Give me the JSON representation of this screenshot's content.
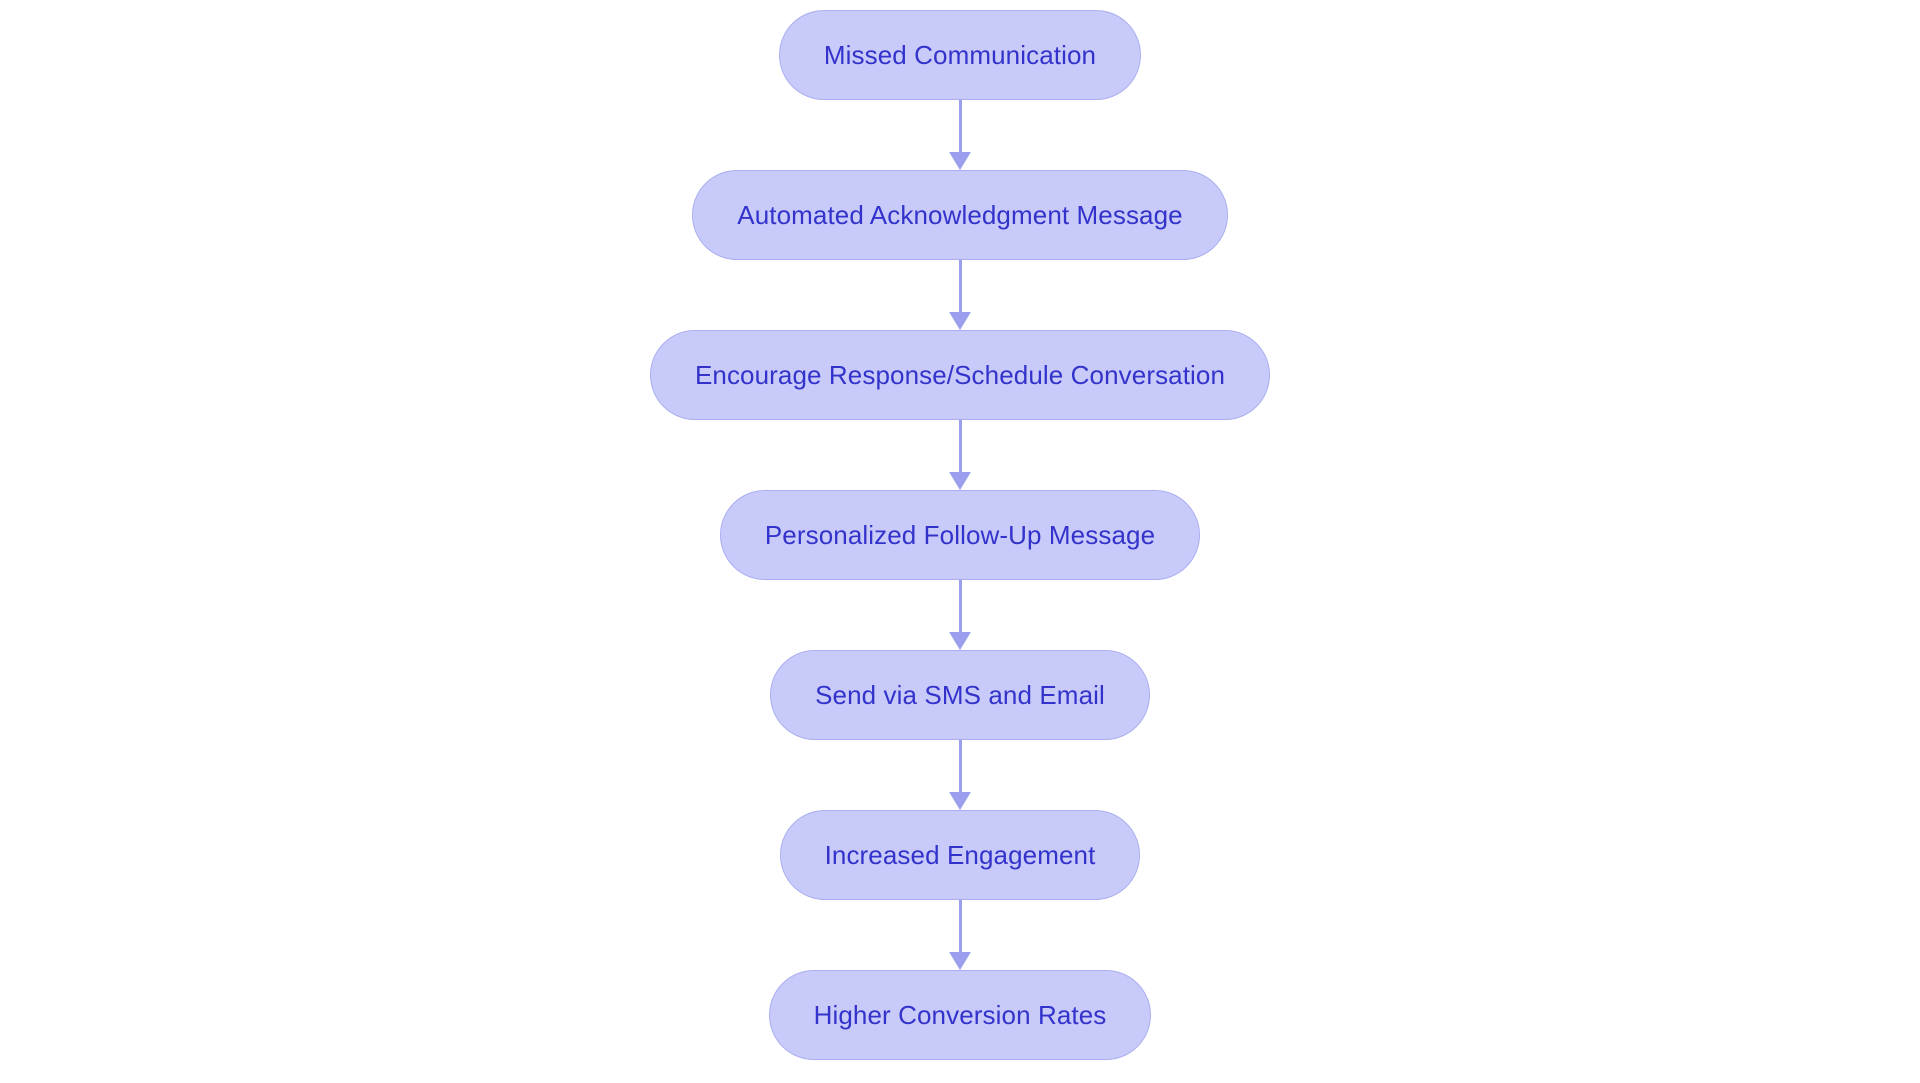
{
  "diagram": {
    "type": "flowchart",
    "orientation": "top-to-bottom",
    "title": "",
    "colors": {
      "node_fill": "#c8cbfa",
      "node_border": "#aaaef0",
      "node_text": "#3333cc",
      "edge": "#9aa0ee",
      "background": "#ffffff"
    },
    "nodes": [
      {
        "id": "n1",
        "label": "Missed Communication"
      },
      {
        "id": "n2",
        "label": "Automated Acknowledgment Message"
      },
      {
        "id": "n3",
        "label": "Encourage Response/Schedule Conversation"
      },
      {
        "id": "n4",
        "label": "Personalized Follow-Up Message"
      },
      {
        "id": "n5",
        "label": "Send via SMS and Email"
      },
      {
        "id": "n6",
        "label": "Increased Engagement"
      },
      {
        "id": "n7",
        "label": "Higher Conversion Rates"
      }
    ],
    "edges": [
      {
        "id": "e1",
        "from": "n1",
        "to": "n2",
        "label": "",
        "arrow": "arrow-down-icon"
      },
      {
        "id": "e2",
        "from": "n2",
        "to": "n3",
        "label": "",
        "arrow": "arrow-down-icon"
      },
      {
        "id": "e3",
        "from": "n3",
        "to": "n4",
        "label": "",
        "arrow": "arrow-down-icon"
      },
      {
        "id": "e4",
        "from": "n4",
        "to": "n5",
        "label": "",
        "arrow": "arrow-down-icon"
      },
      {
        "id": "e5",
        "from": "n5",
        "to": "n6",
        "label": "",
        "arrow": "arrow-down-icon"
      },
      {
        "id": "e6",
        "from": "n6",
        "to": "n7",
        "label": "",
        "arrow": "arrow-down-icon"
      }
    ]
  }
}
